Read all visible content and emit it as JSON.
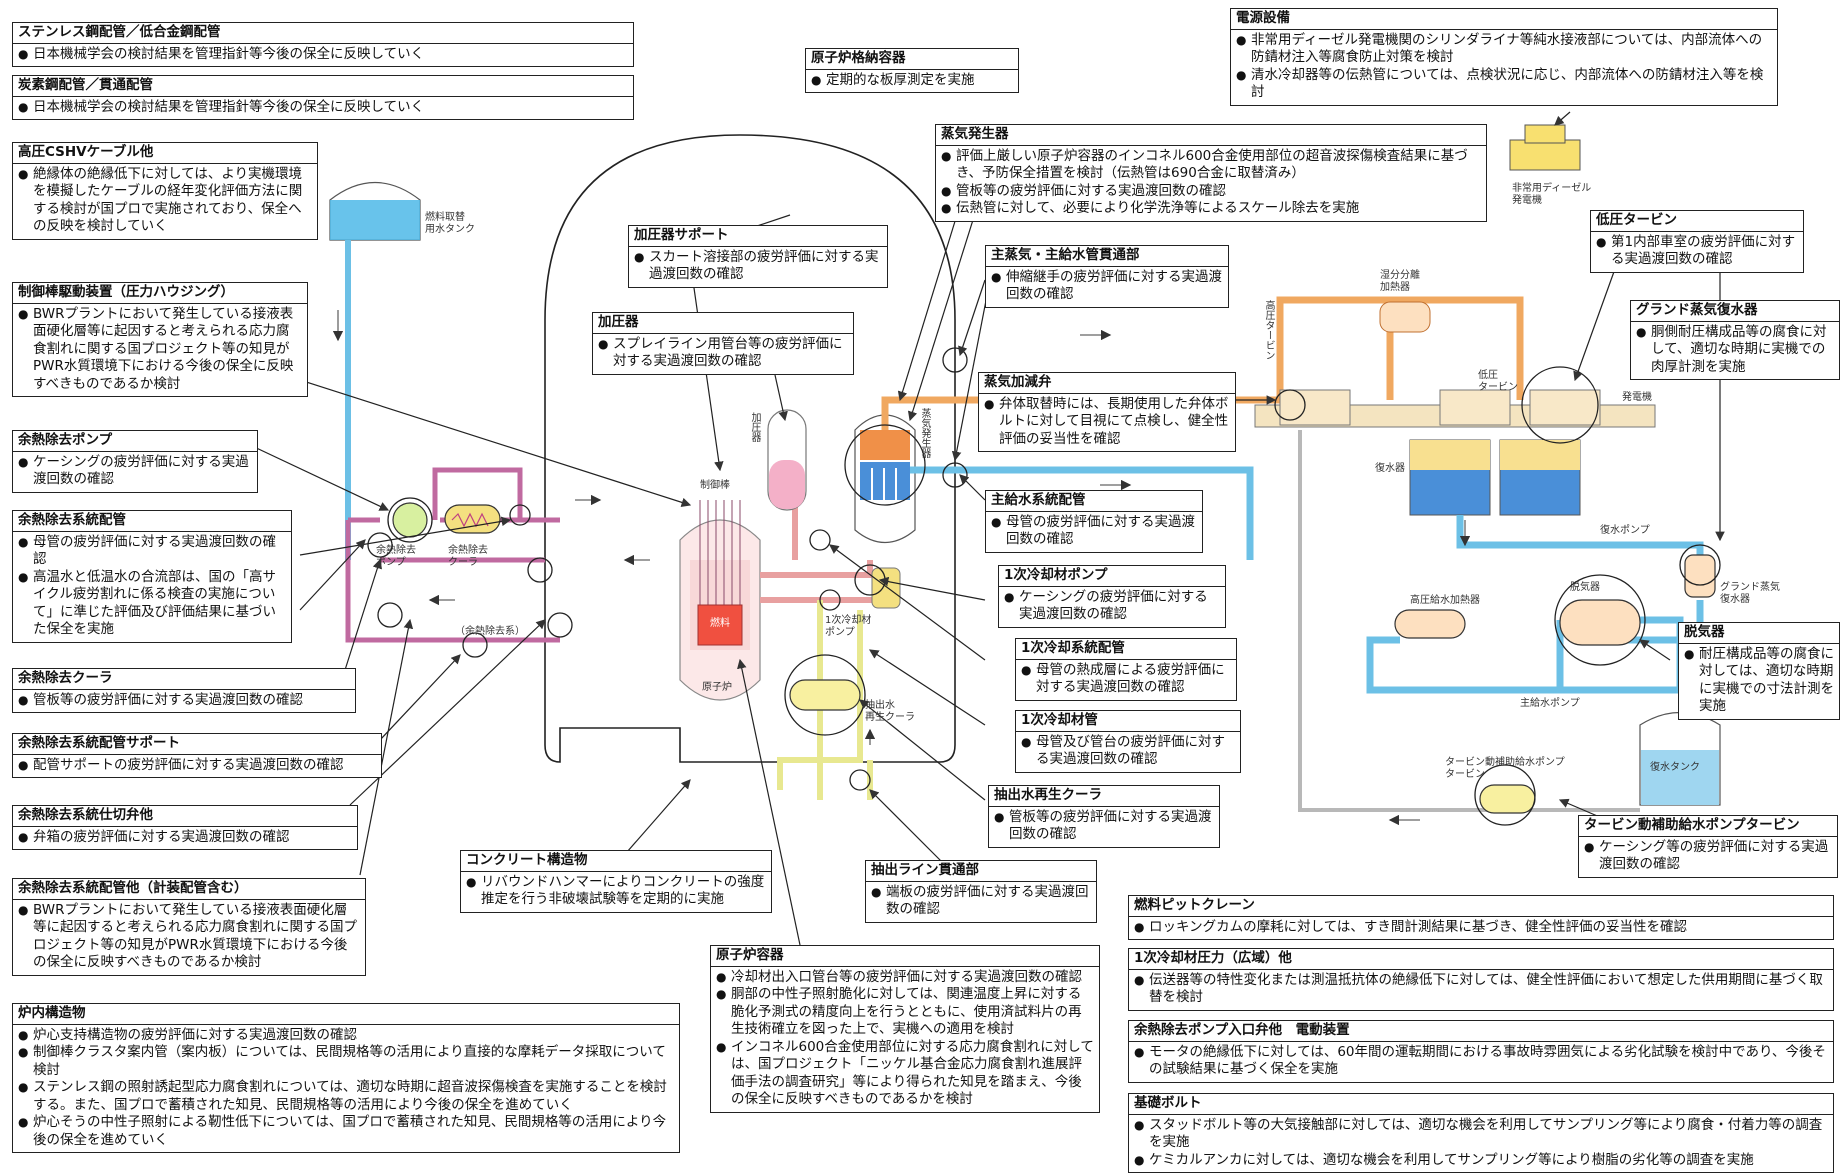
{
  "boxes": [
    {
      "id": "sus",
      "title": "ステンレス鋼配管／低合金鋼配管",
      "items": [
        "日本機械学会の検討結果を管理指針等今後の保全に反映していく"
      ]
    },
    {
      "id": "carbon",
      "title": "炭素鋼配管／貫通配管",
      "items": [
        "日本機械学会の検討結果を管理指針等今後の保全に反映していく"
      ]
    },
    {
      "id": "cshv",
      "title": "高圧CSHVケーブル他",
      "items": [
        "絶縁体の絶縁低下に対しては、より実機環境を模擬したケーブルの経年変化評価方法に関する検討が国プロで実施されており、保全への反映を検討していく"
      ]
    },
    {
      "id": "crd",
      "title": "制御棒駆動装置（圧力ハウジング）",
      "items": [
        "BWRプラントにおいて発生している接液表面硬化層等に起因すると考えられる応力腐食割れに関する国プロジェクト等の知見がPWR水質環境下における今後の保全に反映すべきものであるか検討"
      ]
    },
    {
      "id": "rhrpump",
      "title": "余熱除去ポンプ",
      "items": [
        "ケーシングの疲労評価に対する実過渡回数の確認"
      ]
    },
    {
      "id": "rhrpipe",
      "title": "余熱除去系統配管",
      "items": [
        "母管の疲労評価に対する実過渡回数の確認",
        "高温水と低温水の合流部は、国の「高サイクル疲労割れに係る検査の実施について」に準じた評価及び評価結果に基づいた保全を実施"
      ]
    },
    {
      "id": "rhrcooler",
      "title": "余熱除去クーラ",
      "items": [
        "管板等の疲労評価に対する実過渡回数の確認"
      ]
    },
    {
      "id": "rhrsupport",
      "title": "余熱除去系統配管サポート",
      "items": [
        "配管サポートの疲労評価に対する実過渡回数の確認"
      ]
    },
    {
      "id": "rhrvalve",
      "title": "余熱除去系統仕切弁他",
      "items": [
        "弁箱の疲労評価に対する実過渡回数の確認"
      ]
    },
    {
      "id": "rhrinst",
      "title": "余熱除去系統配管他（計装配管含む）",
      "items": [
        "BWRプラントにおいて発生している接液表面硬化層等に起因すると考えられる応力腐食割れに関する国プロジェクト等の知見がPWR水質環境下における今後の保全に反映すべきものであるか検討"
      ]
    },
    {
      "id": "internals",
      "title": "炉内構造物",
      "items": [
        "炉心支持構造物の疲労評価に対する実過渡回数の確認",
        "制御棒クラスタ案内管（案内板）については、民間規格等の活用により直接的な摩耗データ採取について検討",
        "ステンレス鋼の照射誘起型応力腐食割れについては、適切な時期に超音波探傷検査を実施することを検討する。また、国プロで蓄積された知見、民間規格等の活用により今後の保全を進めていく",
        "炉心そうの中性子照射による靭性低下については、国プロで蓄積された知見、民間規格等の活用により今後の保全を進めていく"
      ]
    },
    {
      "id": "concrete",
      "title": "コンクリート構造物",
      "items": [
        "リバウンドハンマーによりコンクリートの強度推定を行う非破壊試験等を定期的に実施"
      ]
    },
    {
      "id": "rv",
      "title": "原子炉容器",
      "items": [
        "冷却材出入口管台等の疲労評価に対する実過渡回数の確認",
        "胴部の中性子照射脆化に対しては、関連温度上昇に対する脆化予測式の精度向上を行うとともに、使用済試料片の再生技術確立を図った上で、実機への適用を検討",
        "インコネル600合金使用部位に対する応力腐食割れに対しては、国プロジェクト「ニッケル基合金応力腐食割れ進展評価手法の調査研究」等により得られた知見を踏まえ、今後の保全に反映すべきものであるかを検討"
      ]
    },
    {
      "id": "cv",
      "title": "原子炉格納容器",
      "items": [
        "定期的な板厚測定を実施"
      ]
    },
    {
      "id": "przsupport",
      "title": "加圧器サポート",
      "items": [
        "スカート溶接部の疲労評価に対する実過渡回数の確認"
      ]
    },
    {
      "id": "prz",
      "title": "加圧器",
      "items": [
        "スプレイライン用管台等の疲労評価に対する実過渡回数の確認"
      ]
    },
    {
      "id": "sg",
      "title": "蒸気発生器",
      "items": [
        "評価上厳しい原子炉容器のインコネル600合金使用部位の超音波探傷検査結果に基づき、予防保全措置を検討（伝熱管は690合金に取替済み）",
        "管板等の疲労評価に対する実過渡回数の確認",
        "伝熱管に対して、必要により化学洗浄等によるスケール除去を実施"
      ]
    },
    {
      "id": "mspen",
      "title": "主蒸気・主給水管貫通部",
      "items": [
        "伸縮継手の疲労評価に対する実過渡回数の確認"
      ]
    },
    {
      "id": "msvalve",
      "title": "蒸気加減弁",
      "items": [
        "弁体取替時には、長期使用した弁体ボルトに対して目視にて点検し、健全性評価の妥当性を確認"
      ]
    },
    {
      "id": "fwpipe",
      "title": "主給水系統配管",
      "items": [
        "母管の疲労評価に対する実過渡回数の確認"
      ]
    },
    {
      "id": "rcp",
      "title": "1次冷却材ポンプ",
      "items": [
        "ケーシングの疲労評価に対する実過渡回数の確認"
      ]
    },
    {
      "id": "rcspipe",
      "title": "1次冷却系統配管",
      "items": [
        "母管の熱成層による疲労評価に対する実過渡回数の確認"
      ]
    },
    {
      "id": "rcpipe",
      "title": "1次冷却材管",
      "items": [
        "母管及び管台の疲労評価に対する実過渡回数の確認"
      ]
    },
    {
      "id": "regen",
      "title": "抽出水再生クーラ",
      "items": [
        "管板等の疲労評価に対する実過渡回数の確認"
      ]
    },
    {
      "id": "letdown",
      "title": "抽出ライン貫通部",
      "items": [
        "端板の疲労評価に対する実過渡回数の確認"
      ]
    },
    {
      "id": "power",
      "title": "電源設備",
      "items": [
        "非常用ディーゼル発電機関のシリンダライナ等純水接液部については、内部流体への防錆材注入等腐食防止対策を検討",
        "清水冷却器等の伝熱管については、点検状況に応じ、内部流体への防錆材注入等を検討"
      ]
    },
    {
      "id": "lpturbine",
      "title": "低圧タービン",
      "items": [
        "第1内部車室の疲労評価に対する実過渡回数の確認"
      ]
    },
    {
      "id": "glandcond",
      "title": "グランド蒸気復水器",
      "items": [
        "胴側耐圧構成品等の腐食に対して、適切な時期に実機での肉厚計測を実施"
      ]
    },
    {
      "id": "deaerator",
      "title": "脱気器",
      "items": [
        "耐圧構成品等の腐食に対しては、適切な時期に実機での寸法計測を実施"
      ]
    },
    {
      "id": "tdafw",
      "title": "タービン動補助給水ポンプタービン",
      "items": [
        "ケーシング等の疲労評価に対する実過渡回数の確認"
      ]
    },
    {
      "id": "crane",
      "title": "燃料ピットクレーン",
      "items": [
        "ロッキングカムの摩耗に対しては、すき間計測結果に基づき、健全性評価の妥当性を確認"
      ]
    },
    {
      "id": "rcpress",
      "title": "1次冷却材圧力（広域）他",
      "items": [
        "伝送器等の特性変化または測温抵抗体の絶縁低下に対しては、健全性評価において想定した供用期間に基づく取替を検討"
      ]
    },
    {
      "id": "rhrinlet",
      "title": "余熱除去ポンプ入口弁他　電動装置",
      "items": [
        "モータの絶縁低下に対しては、60年間の運転期間における事故時雰囲気による劣化試験を検討中であり、今後その試験結果に基づく保全を実施"
      ]
    },
    {
      "id": "bolts",
      "title": "基礎ボルト",
      "items": [
        "スタッドボルト等の大気接触部に対しては、適切な機会を利用してサンプリング等により腐食・付着力等の調査を実施",
        "ケミカルアンカに対しては、適切な機会を利用してサンプリング等により樹脂の劣化等の調査を実施"
      ]
    }
  ],
  "labels": {
    "fuel_tank": "燃料取替\n用水タンク",
    "rhr_pump": "余熱除去\nポンプ",
    "rhr_cooler": "余熱除去\nクーラ",
    "rhr_system": "（余熱除去系）",
    "control_rod": "制御棒",
    "fuel": "燃料",
    "reactor": "原子炉",
    "pressurizer": "加圧器",
    "steam_generator": "蒸気発生器",
    "rcp": "1次冷却材\nポンプ",
    "regen_cooler": "抽出水\n再生クーラ",
    "moisture_sep": "湿分分離\n加熱器",
    "hp_turbine": "高圧タービン",
    "lp_turbine": "低圧\nタービン",
    "generator": "発電機",
    "condenser": "復水器",
    "condensate_pump": "復水ポンプ",
    "gland_cond": "グランド蒸気\n復水器",
    "deaerator": "脱気器",
    "hp_fw_heater": "高圧給水加熱器",
    "main_fw_pump": "主給水ポンプ",
    "tdafw_turbine": "タービン動補助給水ポンプ\nタービン",
    "condensate_tank": "復水タンク",
    "diesel": "非常用ディーゼル\n発電機"
  },
  "colors": {
    "primary_pipe": "#e8a0a0",
    "rhr_pipe": "#c06aa0",
    "steam_pipe": "#f0a860",
    "water_pipe": "#6cc0e6",
    "letdown_pipe": "#e8e890",
    "gray_pipe": "#b8b8b8"
  }
}
